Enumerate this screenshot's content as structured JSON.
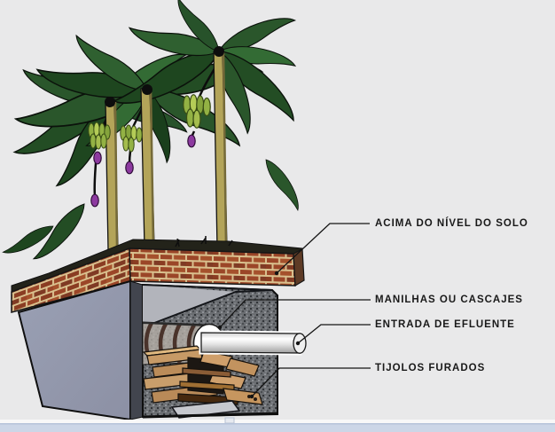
{
  "labels": {
    "above_ground": "ACIMA DO NÍVEL DO SOLO",
    "rings": "MANILHAS OU CASCAJES",
    "inlet": "ENTRADA DE EFLUENTE",
    "perforated_bricks": "TIJOLOS FURADOS"
  },
  "colors": {
    "background": "#e9e9ea",
    "ground_strip": "#ccd6e7",
    "brick_red": "#9b4628",
    "mortar": "#d9c08e",
    "basin_wall": "#949aae",
    "gravel": "#6b6e72",
    "inner_wall": "#b2b4bb",
    "pipe": "#f2f2f2",
    "ring": "#ffffff",
    "leaf_green": "#2a562b",
    "trunk": "#b3a459",
    "banana_green": "#93b244",
    "flower_purple": "#8d3aa0",
    "soil": "#23231a",
    "label_text": "#191919"
  }
}
